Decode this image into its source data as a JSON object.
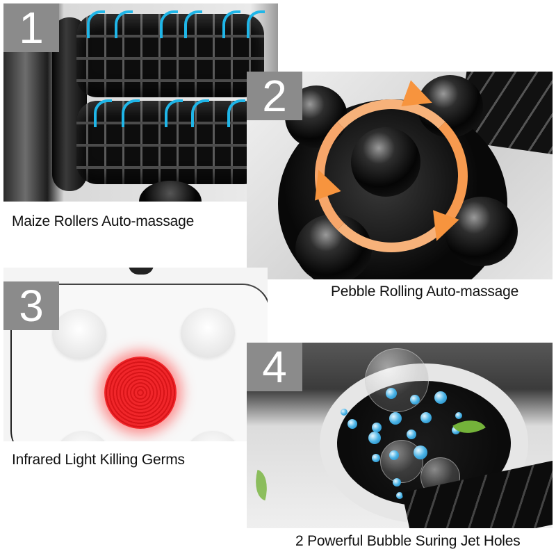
{
  "features": [
    {
      "number": "1",
      "caption": "Maize Rollers Auto-massage",
      "image": "rollers-with-blue-rotation-arrows"
    },
    {
      "number": "2",
      "caption": "Pebble Rolling Auto-massage",
      "image": "pebble-balls-with-orange-rotation-arrows"
    },
    {
      "number": "3",
      "caption": "Infrared Light Killing Germs",
      "image": "red-infrared-light"
    },
    {
      "number": "4",
      "caption": "2 Powerful Bubble Suring Jet Holes",
      "image": "bubbles-jet-well"
    }
  ],
  "colors": {
    "badge_bg": "#8b8b8b",
    "badge_text": "#ffffff",
    "caption_text": "#111111",
    "roller_arrow": "#1fb6e8",
    "pebble_arrow": "#f7943e",
    "infrared_red": "#e81c20",
    "bubble_blue": "#4ab3e6",
    "leaf_green": "#74b33a"
  }
}
